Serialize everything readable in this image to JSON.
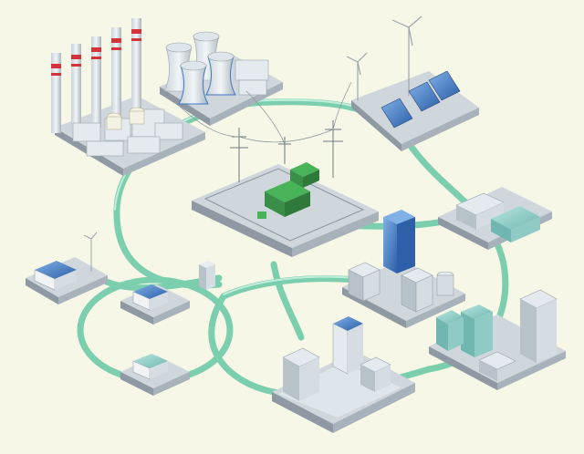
{
  "diagram": {
    "colors": {
      "background": "#f6f7e6",
      "network_line": "#7ccfae",
      "network_line_dark": "#4fb592",
      "platform_top": "#cfd6dc",
      "platform_side": "#8e99a3",
      "building": "#e4eaee",
      "building_shade": "#b7c2c9",
      "glass_blue": "#4f83c9",
      "accent_green": "#49b35a",
      "chimney_red": "#d5333b"
    },
    "nodes": [
      {
        "id": "coal-power-plant",
        "icon": "chimney-plant-icon"
      },
      {
        "id": "nuclear-cooling-towers",
        "icon": "cooling-tower-icon"
      },
      {
        "id": "wind-solar-farm",
        "icon": "wind-turbine-icon"
      },
      {
        "id": "central-substation",
        "icon": "substation-icon"
      },
      {
        "id": "industrial-facility",
        "icon": "factory-icon"
      },
      {
        "id": "downtown-office-district",
        "icon": "office-tower-icon"
      },
      {
        "id": "high-rise-district",
        "icon": "skyscraper-icon"
      },
      {
        "id": "city-block",
        "icon": "city-block-icon"
      },
      {
        "id": "solar-house",
        "icon": "solar-house-icon"
      },
      {
        "id": "residential-house-a",
        "icon": "house-icon"
      },
      {
        "id": "residential-house-b",
        "icon": "house-icon"
      },
      {
        "id": "distribution-box",
        "icon": "electric-cabinet-icon"
      }
    ]
  }
}
